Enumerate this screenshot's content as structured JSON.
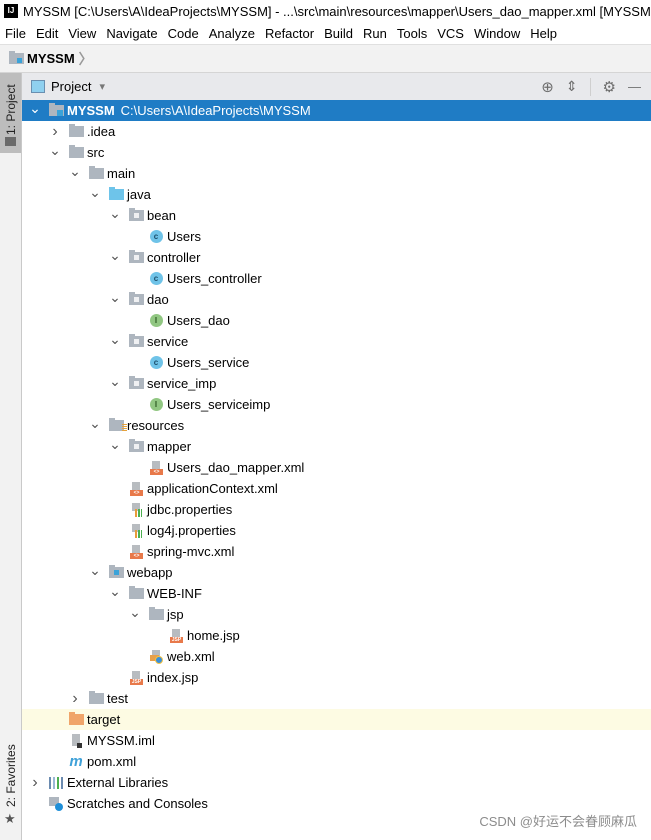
{
  "window": {
    "title": "MYSSM [C:\\Users\\A\\IdeaProjects\\MYSSM] - ...\\src\\main\\resources\\mapper\\Users_dao_mapper.xml [MYSSM",
    "app_logo": "IJ"
  },
  "menu": [
    "File",
    "Edit",
    "View",
    "Navigate",
    "Code",
    "Analyze",
    "Refactor",
    "Build",
    "Run",
    "Tools",
    "VCS",
    "Window",
    "Help"
  ],
  "navbar": {
    "crumb": "MYSSM",
    "chevron": "〉"
  },
  "left_strip": {
    "project_tab": "1: Project",
    "favorites_tab": "2: Favorites"
  },
  "panel": {
    "title": "Project",
    "dropdown": "▾",
    "tools": {
      "locate": "⊕",
      "collapse": "⇕",
      "settings": "⚙",
      "hide": "—"
    }
  },
  "tree": [
    {
      "depth": 0,
      "arrow": "v",
      "icon": "module-folder",
      "name": "MYSSM",
      "path": "C:\\Users\\A\\IdeaProjects\\MYSSM",
      "selected": true
    },
    {
      "depth": 1,
      "arrow": ">",
      "icon": "folder",
      "name": ".idea"
    },
    {
      "depth": 1,
      "arrow": "v",
      "icon": "folder",
      "name": "src"
    },
    {
      "depth": 2,
      "arrow": "v",
      "icon": "folder",
      "name": "main"
    },
    {
      "depth": 3,
      "arrow": "v",
      "icon": "source-folder",
      "name": "java"
    },
    {
      "depth": 4,
      "arrow": "v",
      "icon": "package",
      "name": "bean"
    },
    {
      "depth": 5,
      "arrow": "",
      "icon": "class",
      "name": "Users"
    },
    {
      "depth": 4,
      "arrow": "v",
      "icon": "package",
      "name": "controller"
    },
    {
      "depth": 5,
      "arrow": "",
      "icon": "class",
      "name": "Users_controller"
    },
    {
      "depth": 4,
      "arrow": "v",
      "icon": "package",
      "name": "dao"
    },
    {
      "depth": 5,
      "arrow": "",
      "icon": "interface",
      "name": "Users_dao"
    },
    {
      "depth": 4,
      "arrow": "v",
      "icon": "package",
      "name": "service"
    },
    {
      "depth": 5,
      "arrow": "",
      "icon": "class",
      "name": "Users_service"
    },
    {
      "depth": 4,
      "arrow": "v",
      "icon": "package",
      "name": "service_imp"
    },
    {
      "depth": 5,
      "arrow": "",
      "icon": "interface",
      "name": "Users_serviceimp"
    },
    {
      "depth": 3,
      "arrow": "v",
      "icon": "resources-folder",
      "name": "resources"
    },
    {
      "depth": 4,
      "arrow": "v",
      "icon": "package",
      "name": "mapper"
    },
    {
      "depth": 5,
      "arrow": "",
      "icon": "xml-file",
      "name": "Users_dao_mapper.xml"
    },
    {
      "depth": 4,
      "arrow": "",
      "icon": "xml-file",
      "name": "applicationContext.xml"
    },
    {
      "depth": 4,
      "arrow": "",
      "icon": "properties-file",
      "name": "jdbc.properties"
    },
    {
      "depth": 4,
      "arrow": "",
      "icon": "properties-file",
      "name": "log4j.properties"
    },
    {
      "depth": 4,
      "arrow": "",
      "icon": "xml-file",
      "name": "spring-mvc.xml"
    },
    {
      "depth": 3,
      "arrow": "v",
      "icon": "web-folder",
      "name": "webapp"
    },
    {
      "depth": 4,
      "arrow": "v",
      "icon": "folder",
      "name": "WEB-INF"
    },
    {
      "depth": 5,
      "arrow": "v",
      "icon": "folder",
      "name": "jsp"
    },
    {
      "depth": 6,
      "arrow": "",
      "icon": "jsp-file",
      "name": "home.jsp"
    },
    {
      "depth": 5,
      "arrow": "",
      "icon": "web-xml-file",
      "name": "web.xml"
    },
    {
      "depth": 4,
      "arrow": "",
      "icon": "jsp-file",
      "name": "index.jsp"
    },
    {
      "depth": 2,
      "arrow": ">",
      "icon": "folder",
      "name": "test"
    },
    {
      "depth": 1,
      "arrow": "",
      "icon": "excluded-folder",
      "name": "target",
      "highlight": true
    },
    {
      "depth": 1,
      "arrow": "",
      "icon": "iml-file",
      "name": "MYSSM.iml"
    },
    {
      "depth": 1,
      "arrow": "",
      "icon": "maven-file",
      "name": "pom.xml"
    },
    {
      "depth": 0,
      "arrow": ">",
      "icon": "libraries",
      "name": "External Libraries"
    },
    {
      "depth": 0,
      "arrow": "",
      "icon": "scratches",
      "name": "Scratches and Consoles"
    }
  ],
  "watermark": "CSDN @好运不会眷顾麻瓜"
}
